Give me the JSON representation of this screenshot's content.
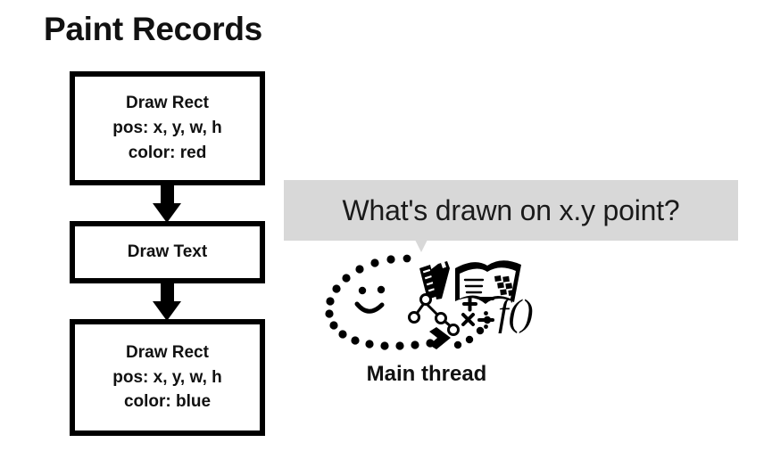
{
  "slide": {
    "title": "Paint Records",
    "background_color": "#ffffff",
    "ink_color": "#000000"
  },
  "paint_records": {
    "boxes": [
      {
        "name": "draw-rect-red",
        "lines": [
          "Draw Rect",
          "pos: x, y, w, h",
          "color: red"
        ]
      },
      {
        "name": "draw-text",
        "lines": [
          "Draw Text"
        ]
      },
      {
        "name": "draw-rect-blue",
        "lines": [
          "Draw Rect",
          "pos: x, y, w, h",
          "color: blue"
        ]
      }
    ],
    "arrow_icon": "arrow-down-icon"
  },
  "speech_bubble": {
    "text": "What's drawn on x.y point?",
    "background_color": "#d8d8d8",
    "text_color": "#1a1a1a",
    "tail_icon": "speech-bubble-tail-icon"
  },
  "thinking": {
    "doodle_icon": "thinking-doodle-icon",
    "elements": [
      "dotted-thought-bubble",
      "smiley-face",
      "chevron-arrow",
      "ruler",
      "pencil",
      "open-book",
      "node-tree-diagram",
      "math-operators",
      "function-notation"
    ],
    "math_operators": [
      "+",
      "−",
      "×",
      "÷"
    ],
    "function_notation": "f()",
    "caption": "Main thread"
  }
}
